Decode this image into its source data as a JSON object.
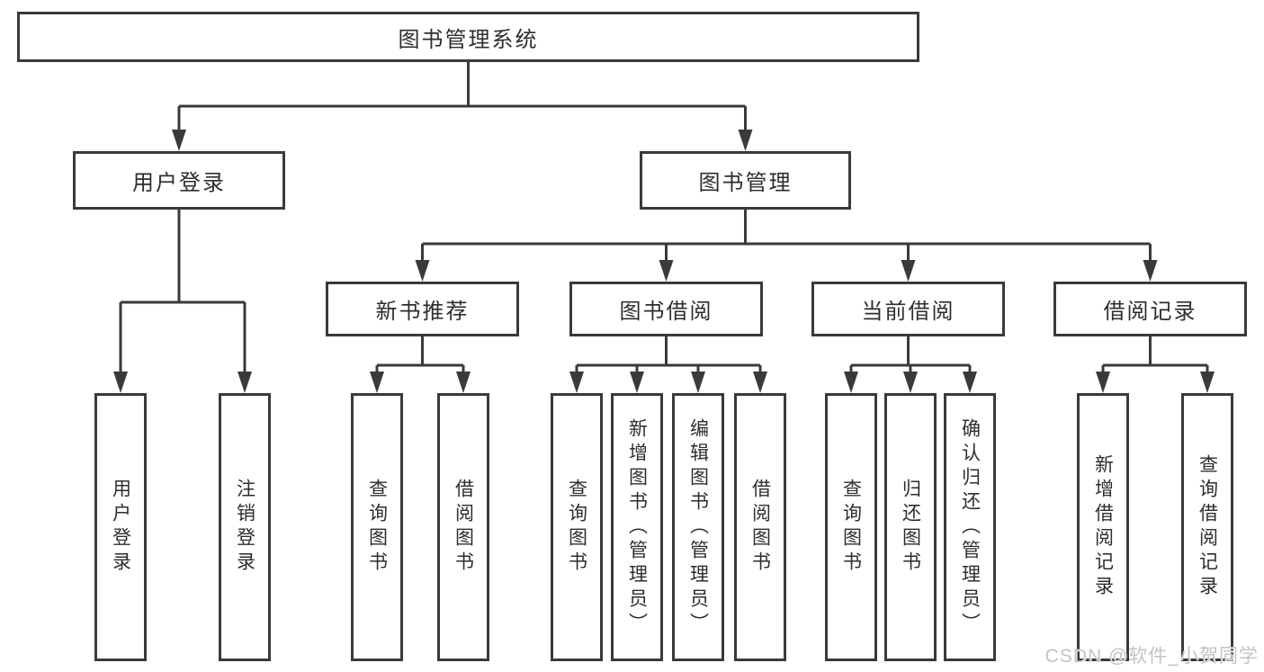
{
  "tree": {
    "label": "图书管理系统",
    "children": [
      {
        "label": "用户登录",
        "children": [
          {
            "label": "用户登录"
          },
          {
            "label": "注销登录"
          }
        ]
      },
      {
        "label": "图书管理",
        "children": [
          {
            "label": "新书推荐",
            "children": [
              {
                "label": "查询图书"
              },
              {
                "label": "借阅图书"
              }
            ]
          },
          {
            "label": "图书借阅",
            "children": [
              {
                "label": "查询图书"
              },
              {
                "label": "新增图书（管理员）"
              },
              {
                "label": "编辑图书（管理员）"
              },
              {
                "label": "借阅图书"
              }
            ]
          },
          {
            "label": "当前借阅",
            "children": [
              {
                "label": "查询图书"
              },
              {
                "label": "归还图书"
              },
              {
                "label": "确认归还（管理员）"
              }
            ]
          },
          {
            "label": "借阅记录",
            "children": [
              {
                "label": "新增借阅记录"
              },
              {
                "label": "查询借阅记录"
              }
            ]
          }
        ]
      }
    ]
  },
  "watermark": "CSDN @软件_小贺同学",
  "colors": {
    "line": "#3a3a3a",
    "text": "#2e2e2e",
    "watermark": "#c3c3c3",
    "background": "#ffffff"
  }
}
